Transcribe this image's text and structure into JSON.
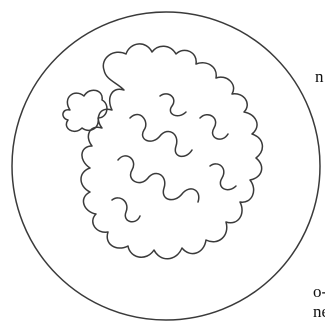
{
  "margin_text": {
    "line_1": "n",
    "line_2": "o-",
    "line_3": "ne"
  },
  "colors": {
    "background": "#ffffff",
    "stroke": "#3a3a3a",
    "text": "#111111"
  }
}
